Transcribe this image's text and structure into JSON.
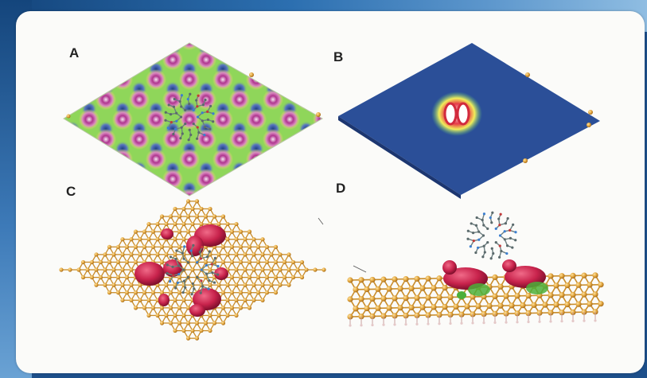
{
  "panels": {
    "a": {
      "label": "A"
    },
    "b": {
      "label": "B"
    },
    "c": {
      "label": "C"
    },
    "d": {
      "label": "D"
    }
  },
  "colors": {
    "map_green": "#8fd65a",
    "map_yellow": "#f2ee5a",
    "map_magenta": "#b0358f",
    "map_blue": "#2a4b8f",
    "substrate_blue": "#2b4f98",
    "atom_gold": "#e0a33a",
    "isosurface_red": "#c8234c",
    "isosurface_green": "#4caf3a",
    "molecule_grey": "#7a8a8c"
  }
}
